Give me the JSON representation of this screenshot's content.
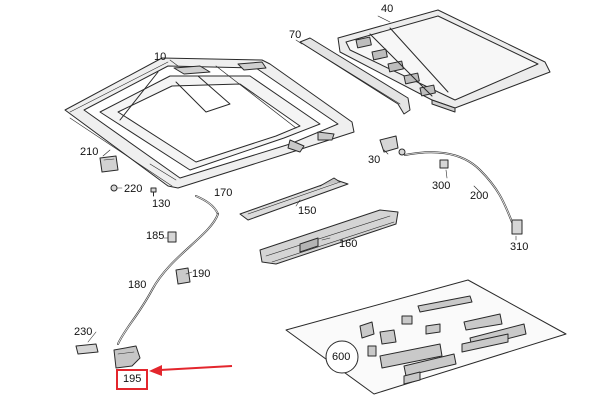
{
  "colors": {
    "line": "#2a2a2a",
    "part_fill": "#e9e9e9",
    "part_fill_dark": "#b9b9b9",
    "highlight": "#e3262d"
  },
  "parts": {
    "p10": "10",
    "p40": "40",
    "p70": "70",
    "p30": "30",
    "p210": "210",
    "p220": "220",
    "p130": "130",
    "p170": "170",
    "p150": "150",
    "p300": "300",
    "p200": "200",
    "p310": "310",
    "p185": "185",
    "p160": "160",
    "p190": "190",
    "p180": "180",
    "p230": "230",
    "p600": "600",
    "p195": "195"
  },
  "highlight": {
    "part": "195",
    "marker": "arrow-pointer"
  }
}
